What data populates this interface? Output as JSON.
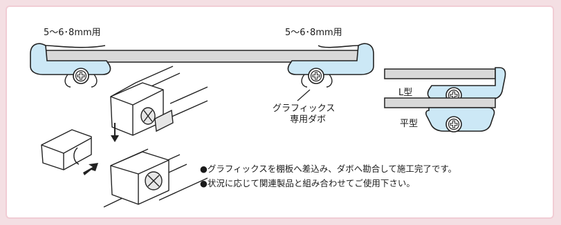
{
  "labels": {
    "left_size": "5～6･8mm用",
    "right_size": "5～6･8mm用",
    "callout_line1": "グラフィックス",
    "callout_line2": "専用ダボ",
    "l_type": "L型",
    "flat_type": "平型"
  },
  "notes": [
    "●グラフィックスを棚板へ差込み、ダボへ勘合して施工完了です。",
    "●状況に応じて関連製品と組み合わせてご使用下さい。"
  ],
  "colors": {
    "background": "#f4dfe3",
    "panel_border": "#f1ccd4",
    "clip_fill": "#cce8f6",
    "board_fill": "#d9d9d9",
    "outline": "#222222"
  }
}
